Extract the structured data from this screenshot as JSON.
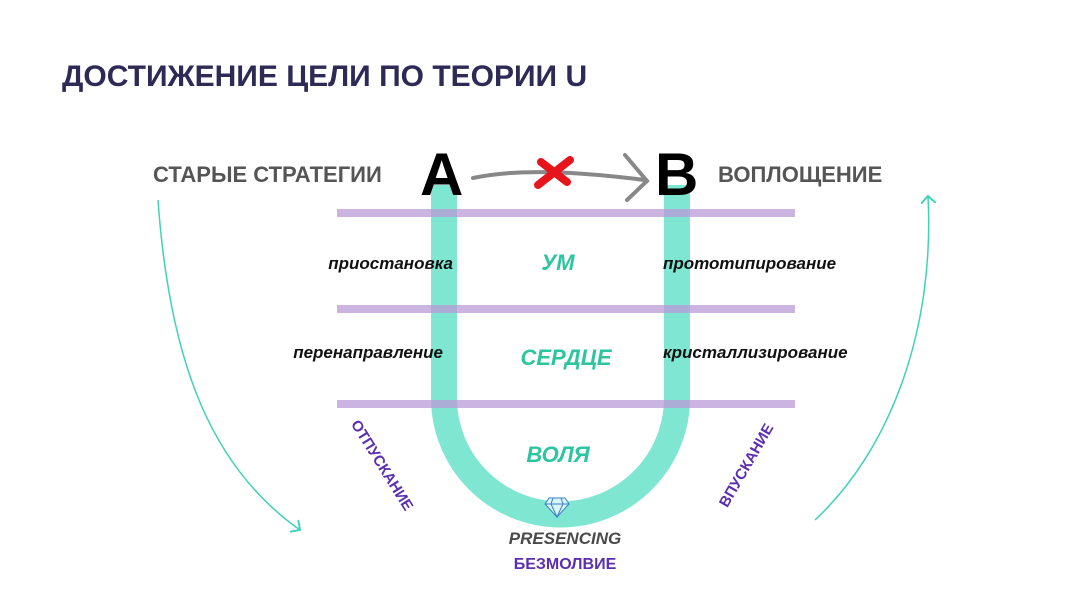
{
  "title": "ДОСТИЖЕНИЕ ЦЕЛИ ПО ТЕОРИИ U",
  "left_heading": "СТАРЫЕ СТРАТЕГИИ",
  "right_heading": "ВОПЛОЩЕНИЕ",
  "point_a": "A",
  "point_b": "B",
  "levels": [
    {
      "center": "УМ",
      "left": "приостановка",
      "right": "прототипирование"
    },
    {
      "center": "СЕРДЦЕ",
      "left": "перенаправление",
      "right": "кристаллизирование"
    },
    {
      "center": "ВОЛЯ"
    }
  ],
  "descending_label": "ОТПУСКАНИЕ",
  "ascending_label": "ВПУСКАНИЕ",
  "bottom_label": "PRESENCING",
  "bottom_sublabel": "БЕЗМОЛВИЕ",
  "colors": {
    "u_shape": "#7fe6d1",
    "level_lines": "#c8b2e2",
    "accent_text": "#2cc5a0",
    "purple_text": "#5b2fb0",
    "cross": "#e8141c"
  }
}
